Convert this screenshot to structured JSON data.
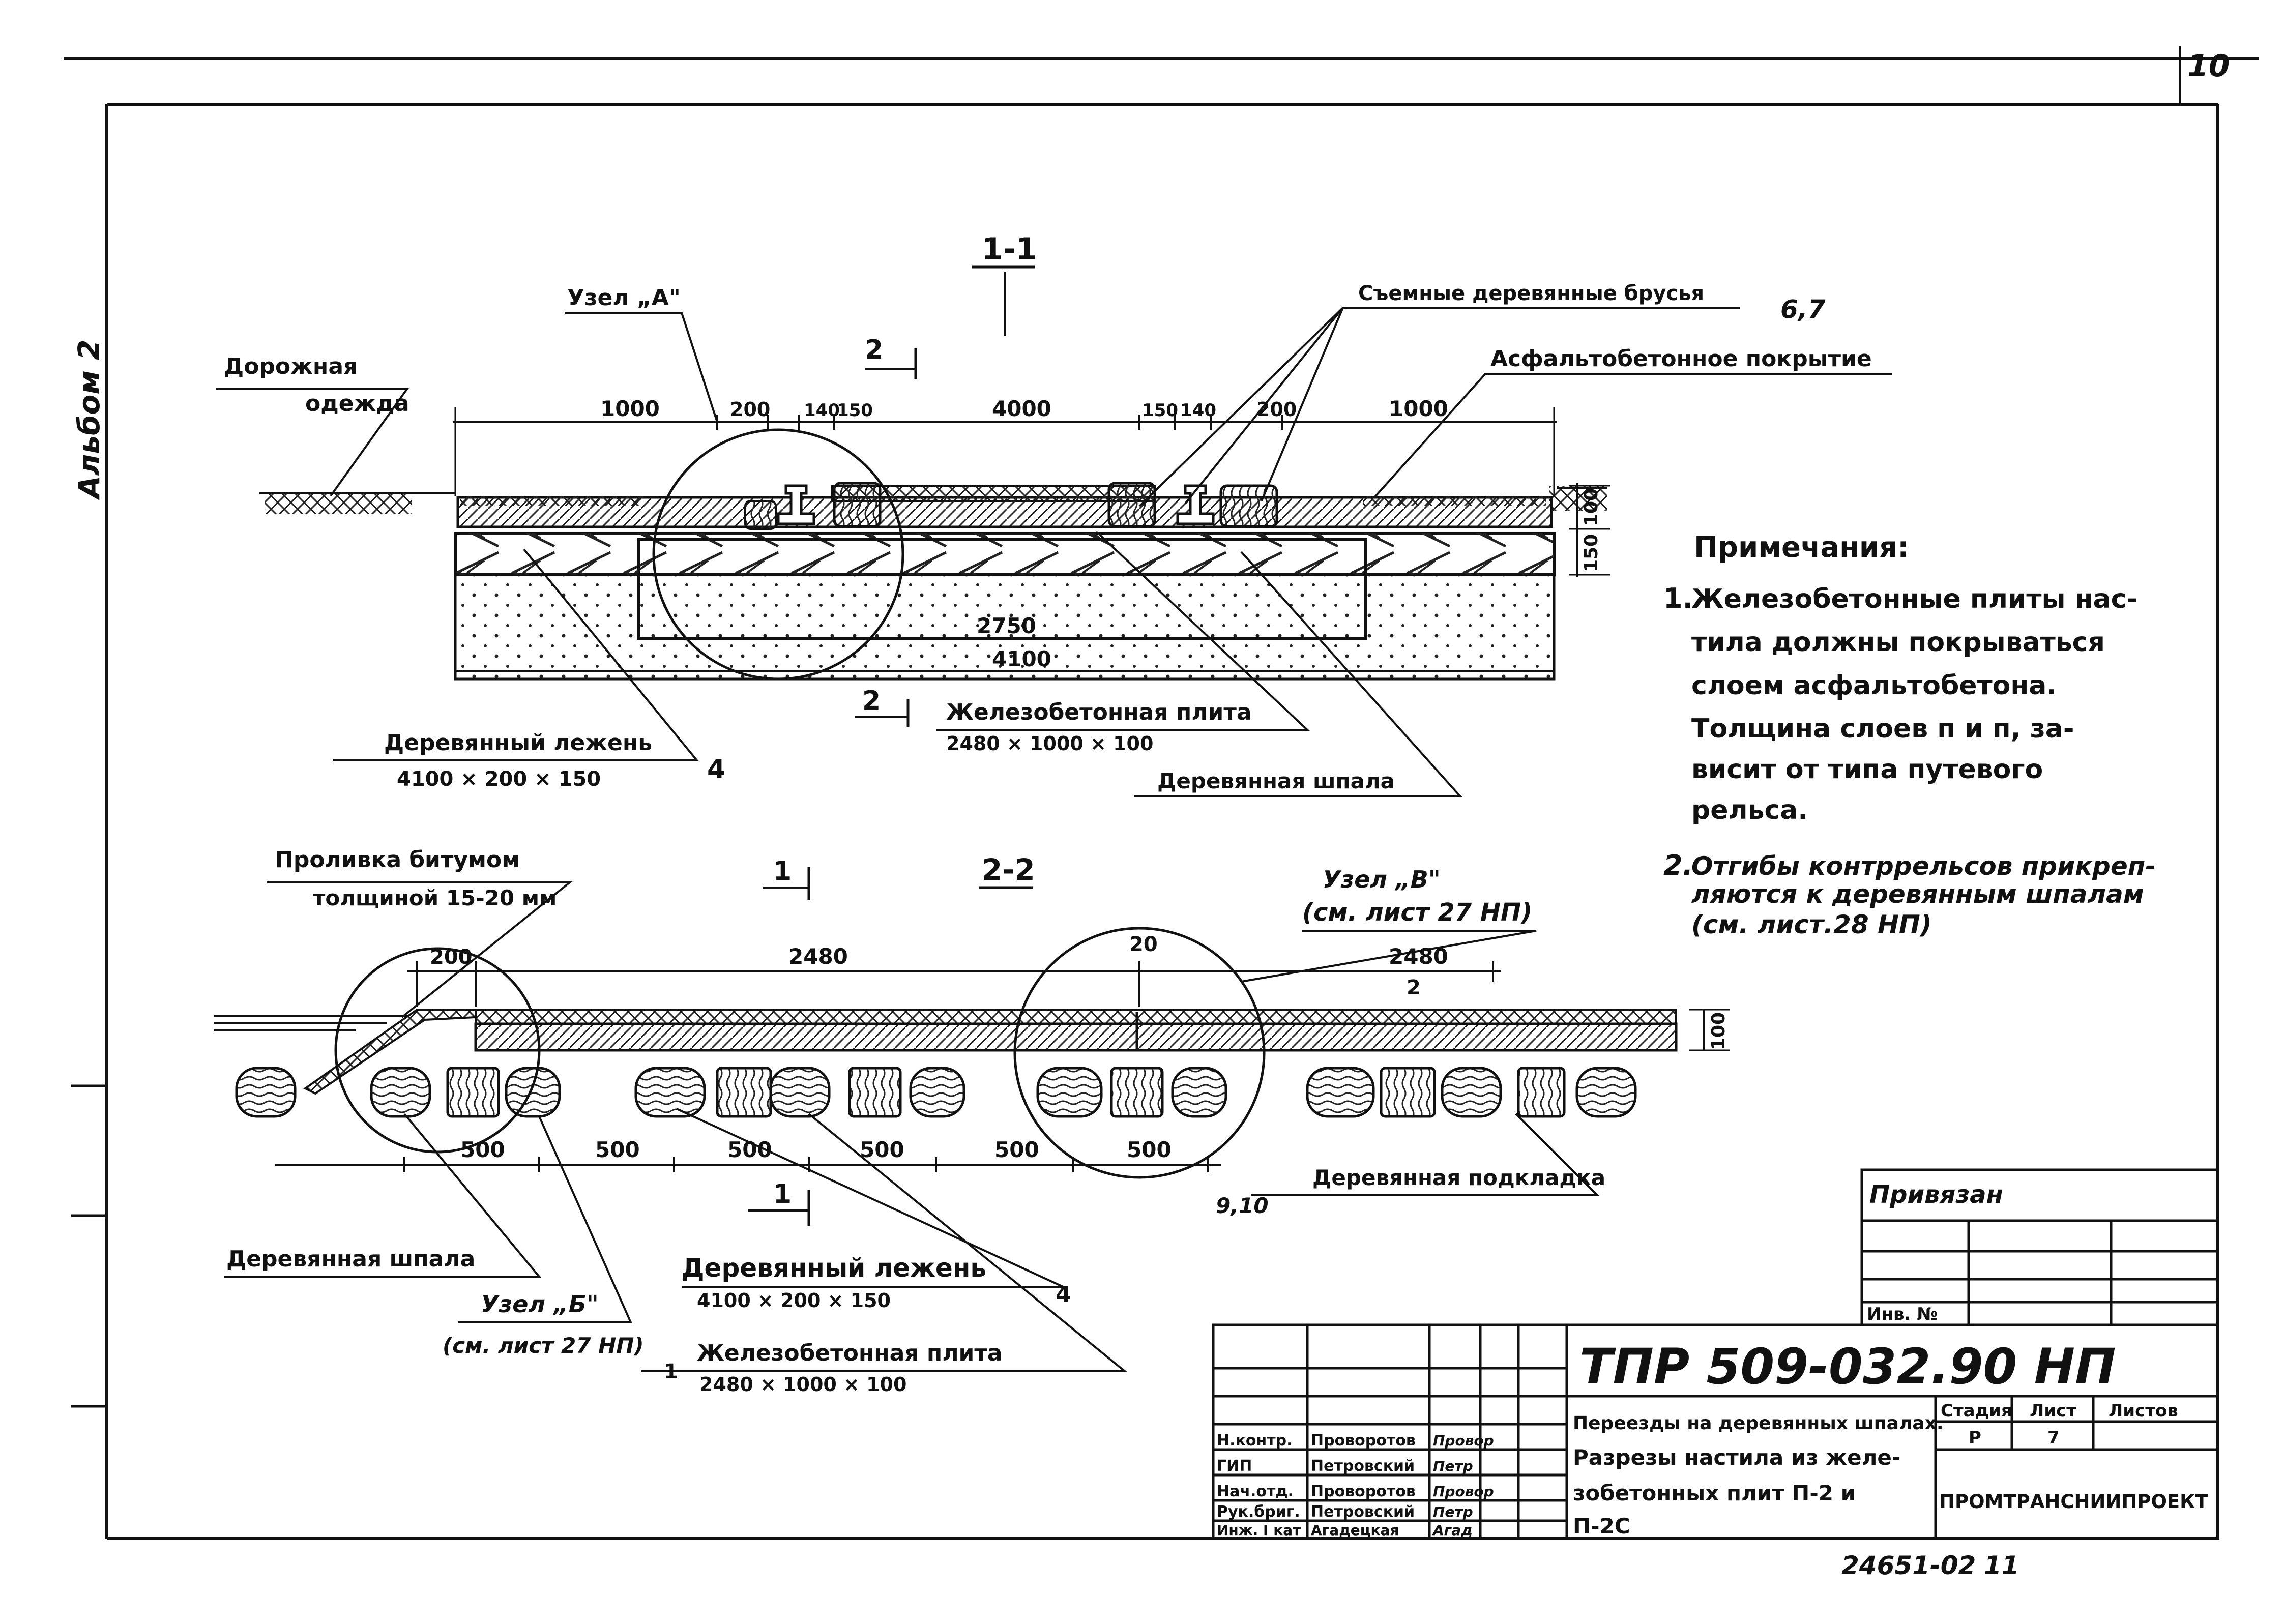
{
  "sheet": {
    "album_label": "Альбом 2",
    "sheet_corner_number": "10",
    "doc_code": "ТПР 509-032.90 НП",
    "bottom_code": "24651-02",
    "bottom_number": "11",
    "privyazan": "Привязан",
    "inv_no": "Инв. №"
  },
  "section_1_1": {
    "mark": "1-1",
    "cut_mark": "2",
    "cut_mark_lower": "2",
    "labels": {
      "uzel_a": "Узел „А\"",
      "road_top": "Дорожная",
      "road_bottom": "одежда",
      "removable_bars": "Съемные деревянные брусья",
      "removable_bars_num": "6,7",
      "asphalt": "Асфальтобетонное покрытие",
      "lezhen": "Деревянный лежень",
      "lezhen_size": "4100 × 200 × 150",
      "lezhen_num": "4",
      "plate": "Железобетонная плита",
      "plate_size": "2480 × 1000 × 100",
      "sleeper": "Деревянная шпала"
    },
    "dims_top": [
      "1000",
      "200",
      "140",
      "150",
      "4000",
      "150",
      "140",
      "200",
      "1000"
    ],
    "dim_inner": "2750",
    "dim_total": "4100",
    "dim_side_a": "150",
    "dim_side_b": "100"
  },
  "section_2_2": {
    "mark": "2-2",
    "cut_mark": "1",
    "cut_mark_lower": "1",
    "labels": {
      "bitumen_top": "Проливка битумом",
      "bitumen_bottom": "толщиной 15-20 мм",
      "uzel_v": "Узел „В\"",
      "uzel_v_ref": "(см. лист 27 НП)",
      "sleeper": "Деревянная шпала",
      "uzel_b": "Узел „Б\"",
      "uzel_b_ref": "(см. лист 27 НП)",
      "lezhen": "Деревянный лежень",
      "lezhen_size": "4100 × 200 × 150",
      "lezhen_num": "4",
      "plate": "Железобетонная плита",
      "plate_size": "2480 × 1000 × 100",
      "plate_num": "1",
      "pad": "Деревянная подкладка",
      "pad_num": "9,10"
    },
    "dims_top": [
      "200",
      "2480",
      "20",
      "2480"
    ],
    "dim_top_sub": "2",
    "dims_bottom": [
      "500",
      "500",
      "500",
      "500",
      "500",
      "500"
    ],
    "dim_side": "100"
  },
  "notes": {
    "heading": "Примечания:",
    "items": [
      {
        "num": "1.",
        "lines": [
          "Железобетонные плиты нас-",
          "тила должны покрываться",
          "слоем асфальтобетона.",
          "Толщина слоев п и п, за-",
          "висит от типа путевого",
          "рельса."
        ]
      },
      {
        "num": "2.",
        "lines": [
          "Отгибы контррельсов прикреп-",
          "ляются к деревянным шпалам",
          "(см. лист.28 НП)"
        ]
      }
    ]
  },
  "title_block": {
    "rows": [
      {
        "role": "Н.контр.",
        "name": "Проворотов",
        "sign": "Провор"
      },
      {
        "role": "ГИП",
        "name": "Петровский",
        "sign": "Петр"
      },
      {
        "role": "Нач.отд.",
        "name": "Проворотов",
        "sign": "Провор"
      },
      {
        "role": "Рук.бриг.",
        "name": "Петровский",
        "sign": "Петр"
      },
      {
        "role": "Инж. I кат",
        "name": "Агадецкая",
        "sign": "Агад"
      }
    ],
    "title_lines": [
      "Переезды на деревянных шпалах.",
      "Разрезы настила из желе-",
      "зобетонных плит П-2 и",
      "П-2С"
    ],
    "stage_h": "Стадия",
    "sheet_h": "Лист",
    "sheets_h": "Листов",
    "stage_v": "Р",
    "sheet_v": "7",
    "sheets_v": "",
    "org": "ПРОМТРАНСНИИПРОЕКТ"
  }
}
